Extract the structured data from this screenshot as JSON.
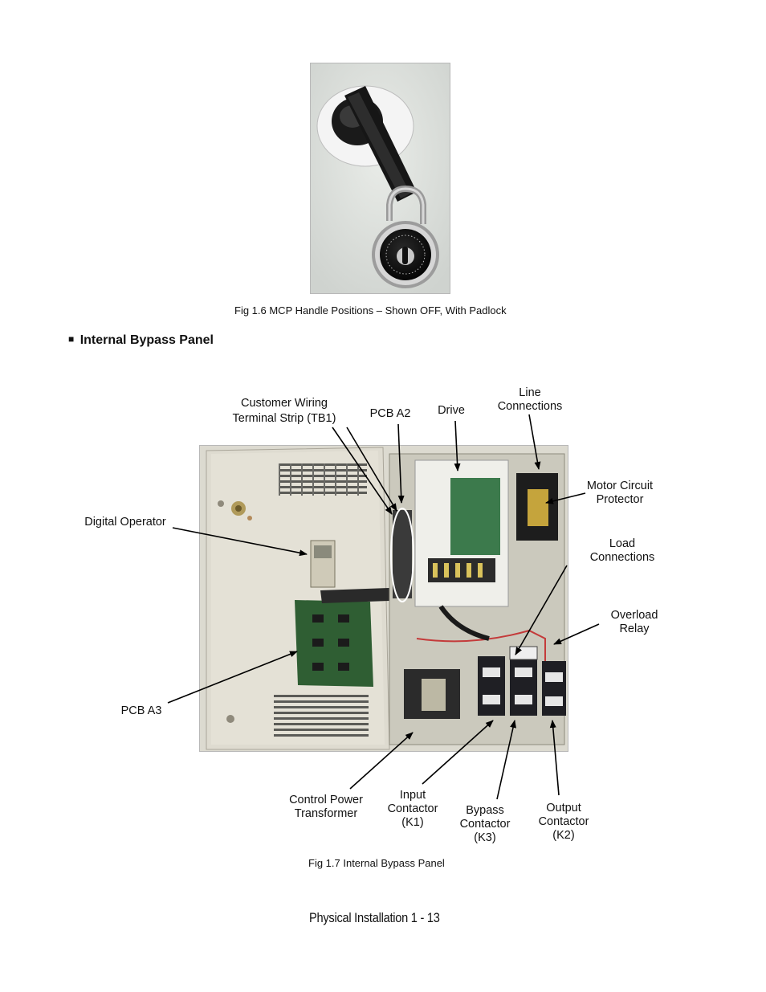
{
  "figure_1_6": {
    "caption": "Fig 1.6  MCP Handle Positions – Shown OFF, With Padlock"
  },
  "section": {
    "bullet": "■",
    "title": "Internal Bypass Panel"
  },
  "figure_1_7": {
    "caption": "Fig 1.7  Internal Bypass Panel",
    "labels": {
      "customer_wiring": "Customer Wiring",
      "terminal_strip": "Terminal Strip (TB1)",
      "pcb_a2": "PCB A2",
      "drive": "Drive",
      "line": "Line",
      "connections_line": "Connections",
      "motor_circuit": "Motor Circuit",
      "protector": "Protector",
      "digital_operator": "Digital Operator",
      "load": "Load",
      "connections_load": "Connections",
      "overload": "Overload",
      "relay": "Relay",
      "pcb_a3": "PCB A3",
      "control_power": "Control Power",
      "transformer": "Transformer",
      "input": "Input",
      "contactor_k1": "Contactor",
      "k1": "(K1)",
      "bypass": "Bypass",
      "contactor_k3": "Contactor",
      "k3": "(K3)",
      "output": "Output",
      "contactor_k2": "Contactor",
      "k2": "(K2)"
    }
  },
  "footer": {
    "text": "Physical Installation  1 - 13"
  }
}
